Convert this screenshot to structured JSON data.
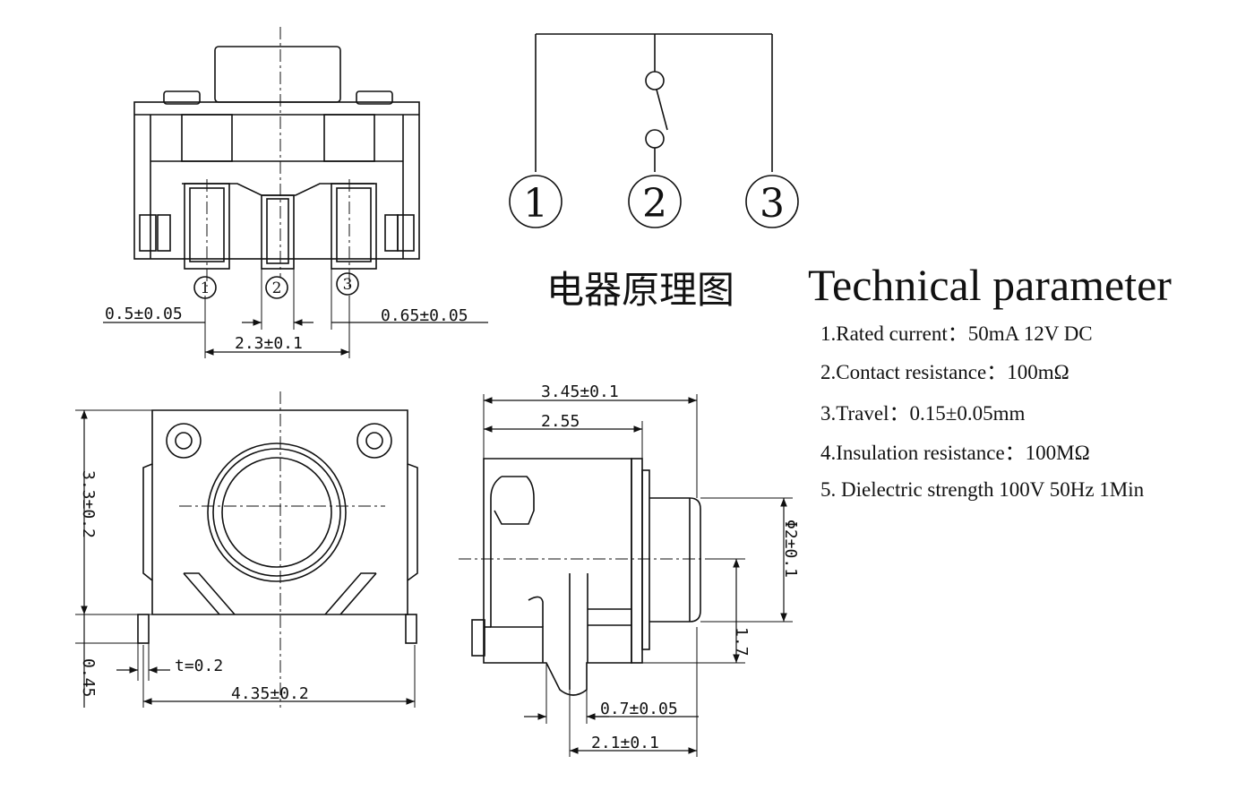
{
  "schematic": {
    "pins": [
      "1",
      "2",
      "3"
    ]
  },
  "headings": {
    "chinese": "电器原理图",
    "english": "Technical parameter"
  },
  "specs": [
    "1.Rated current：50mA 12V DC",
    "2.Contact resistance：100mΩ",
    "3.Travel：0.15±0.05mm",
    "4.Insulation resistance：100MΩ",
    "5. Dielectric strength 100V 50Hz 1Min"
  ],
  "bottom_view": {
    "pins": [
      "1",
      "2",
      "3"
    ],
    "dims": {
      "pin_width": "0.5±0.05",
      "pin_pitch": "2.3±0.1",
      "pin_offset": "0.65±0.05"
    }
  },
  "front_view": {
    "dims": {
      "height": "3.3±0.2",
      "foot": "0.45",
      "thickness": "t=0.2",
      "width": "4.35±0.2"
    }
  },
  "side_view": {
    "dims": {
      "length": "3.45±0.1",
      "body": "2.55",
      "actuator_dia": "Φ2±0.1",
      "actuator_height": "1.7",
      "post_width": "0.7±0.05",
      "post_length": "2.1±0.1"
    }
  }
}
